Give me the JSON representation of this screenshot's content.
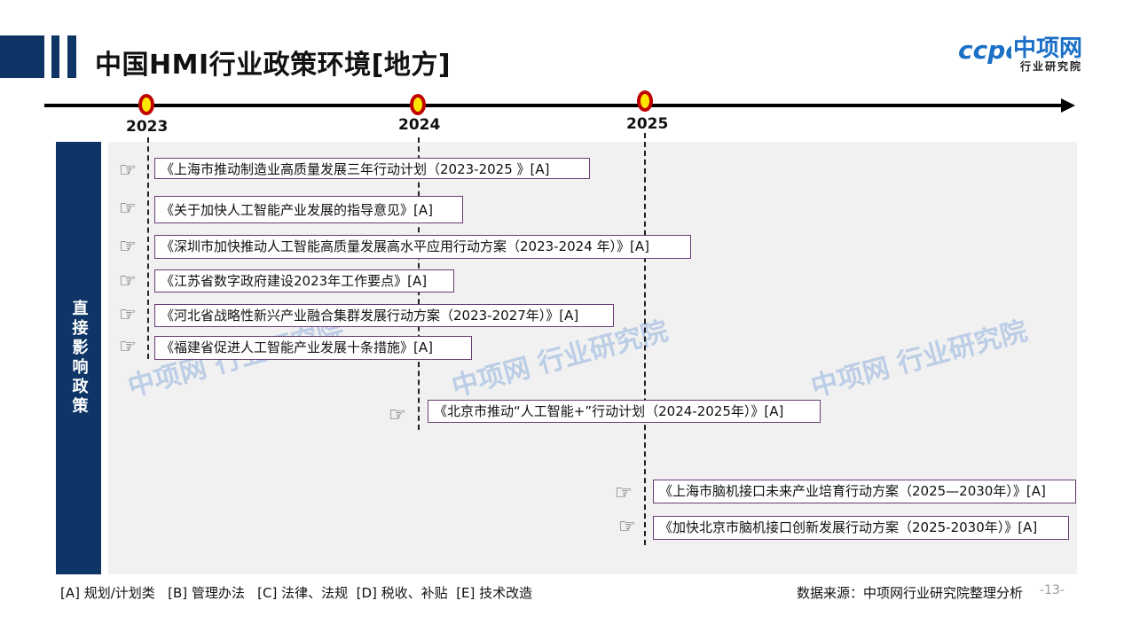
{
  "title": "中国HMI行业政策环境[地方]",
  "logo": {
    "name": "中项网",
    "sub": "行业研究院",
    "mark": "ccpc"
  },
  "timeline": {
    "years": [
      "2023",
      "2024",
      "2025"
    ]
  },
  "side_label": "直接影响政策",
  "policies": [
    "《上海市推动制造业高质量发展三年行动计划（2023-2025 》[A]",
    "《关于加快人工智能产业发展的指导意见》[A]",
    "《深圳市加快推动人工智能高质量发展高水平应用行动方案（2023-2024 年）》[A]",
    "《江苏省数字政府建设2023年工作要点》[A]",
    "《河北省战略性新兴产业融合集群发展行动方案（2023-2027年）》[A]",
    "《福建省促进人工智能产业发展十条措施》[A]",
    "《北京市推动“人工智能+”行动计划（2024-2025年）》[A]",
    "《上海市脑机接口未来产业培育行动方案（2025—2030年）》[A]",
    "《加快北京市脑机接口创新发展行动方案（2025-2030年）》[A]"
  ],
  "watermark": "中项网 行业研究院",
  "footer": {
    "legend": "[A] 规划/计划类   [B] 管理办法   [C] 法律、法规  [D] 税收、补贴  [E] 技术改造",
    "source": "数据来源：中项网行业研究院整理分析",
    "page": "-13-"
  }
}
